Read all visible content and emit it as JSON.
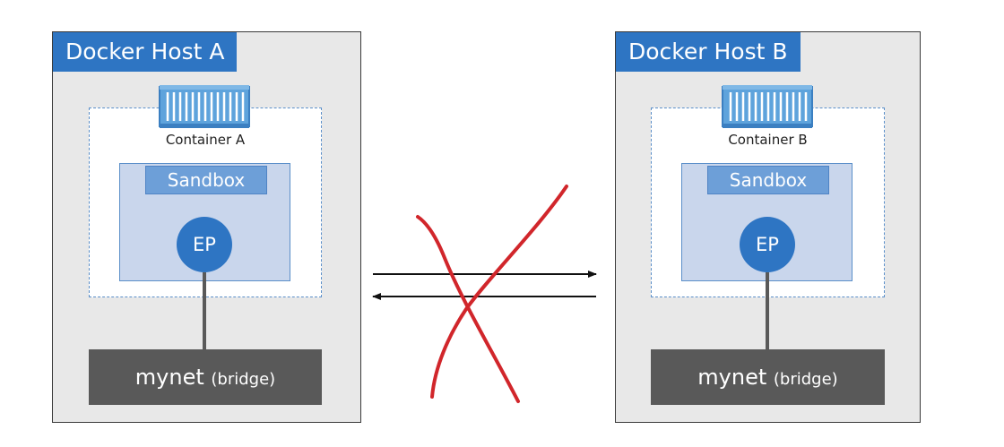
{
  "host_a": {
    "title": "Docker Host A",
    "container_label": "Container A",
    "sandbox_label": "Sandbox",
    "endpoint_label": "EP",
    "network_name": "mynet",
    "network_driver": "(bridge)"
  },
  "host_b": {
    "title": "Docker Host B",
    "container_label": "Container B",
    "sandbox_label": "Sandbox",
    "endpoint_label": "EP",
    "network_name": "mynet",
    "network_driver": "(bridge)"
  },
  "colors": {
    "host_title_bg": "#2e75c3",
    "cross_mark": "#d1262b",
    "bridge_bg": "#595959"
  },
  "icons": [
    "container-icon",
    "arrow-right-icon",
    "arrow-left-icon",
    "cross-mark-icon"
  ]
}
